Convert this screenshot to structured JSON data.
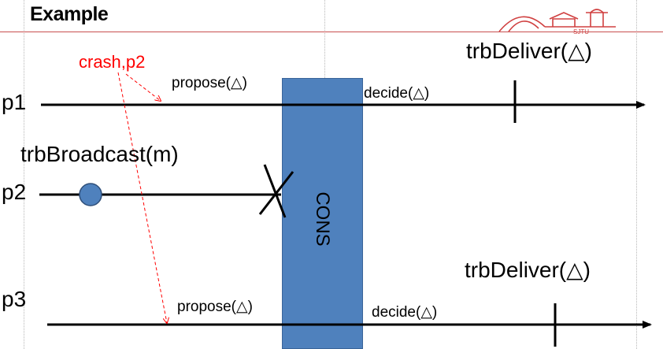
{
  "slide": {
    "title": "Example"
  },
  "processes": {
    "p1": "p1",
    "p2": "p2",
    "p3": "p3"
  },
  "events": {
    "broadcast": "trbBroadcast(m)",
    "crash": "crash,p2",
    "p1_propose": "propose(△)",
    "p1_decide": "decide(△)",
    "p1_deliver": "trbDeliver(△)",
    "p3_propose": "propose(△)",
    "p3_decide": "decide(△)",
    "p3_deliver": "trbDeliver(△)"
  },
  "consensus": {
    "label": "CONS",
    "color": "#4f81bd"
  },
  "colors": {
    "crash": "#ff0000",
    "header_rule": "#c85050",
    "logo": "#d04040"
  },
  "logo": {
    "icon": "university-logo-icon",
    "text": "SJTU"
  }
}
